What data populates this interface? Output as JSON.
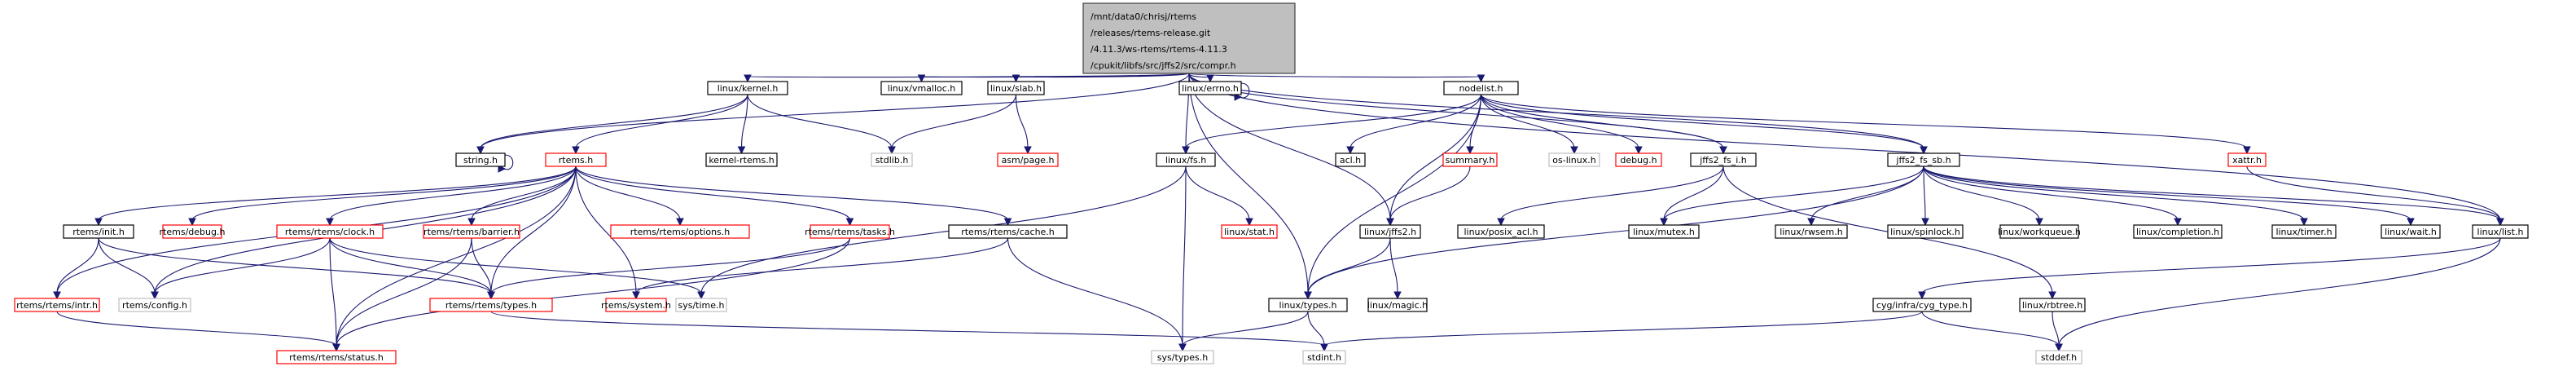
{
  "title": "Include dependency graph for compr.h",
  "colors": {
    "root_fill": "#bfbfbf",
    "root_border": "#404040",
    "documented_border": "#000000",
    "undocumented_border": "#ff0000",
    "external_border": "#bfbfbf",
    "edge": "#191970"
  },
  "root": {
    "id": "root",
    "label_lines": [
      "/mnt/data0/chrisj/rtems",
      "/releases/rtems-release.git",
      "/4.11.3/ws-rtems/rtems-4.11.3",
      "/cpukit/libfs/src/jffs2/src/compr.h"
    ]
  },
  "nodes": [
    {
      "id": "kernel",
      "label": "linux/kernel.h",
      "kind": "documented"
    },
    {
      "id": "vmalloc",
      "label": "linux/vmalloc.h",
      "kind": "documented"
    },
    {
      "id": "slab",
      "label": "linux/slab.h",
      "kind": "documented"
    },
    {
      "id": "errno",
      "label": "linux/errno.h",
      "kind": "documented"
    },
    {
      "id": "nodelist",
      "label": "nodelist.h",
      "kind": "documented"
    },
    {
      "id": "string",
      "label": "string.h",
      "kind": "documented"
    },
    {
      "id": "rtems",
      "label": "rtems.h",
      "kind": "undocumented"
    },
    {
      "id": "kernelrtems",
      "label": "kernel-rtems.h",
      "kind": "documented"
    },
    {
      "id": "stdlib",
      "label": "stdlib.h",
      "kind": "external"
    },
    {
      "id": "asmpage",
      "label": "asm/page.h",
      "kind": "undocumented"
    },
    {
      "id": "fs",
      "label": "linux/fs.h",
      "kind": "documented"
    },
    {
      "id": "acl",
      "label": "acl.h",
      "kind": "documented"
    },
    {
      "id": "summary",
      "label": "summary.h",
      "kind": "undocumented"
    },
    {
      "id": "oslinux",
      "label": "os-linux.h",
      "kind": "external"
    },
    {
      "id": "debug",
      "label": "debug.h",
      "kind": "undocumented"
    },
    {
      "id": "fsi",
      "label": "jffs2_fs_i.h",
      "kind": "documented"
    },
    {
      "id": "fssb",
      "label": "jffs2_fs_sb.h",
      "kind": "documented"
    },
    {
      "id": "xattr",
      "label": "xattr.h",
      "kind": "undocumented"
    },
    {
      "id": "init",
      "label": "rtems/init.h",
      "kind": "documented"
    },
    {
      "id": "rdebug",
      "label": "rtems/debug.h",
      "kind": "undocumented"
    },
    {
      "id": "clock",
      "label": "rtems/rtems/clock.h",
      "kind": "undocumented"
    },
    {
      "id": "barrier",
      "label": "rtems/rtems/barrier.h",
      "kind": "undocumented"
    },
    {
      "id": "options",
      "label": "rtems/rtems/options.h",
      "kind": "undocumented"
    },
    {
      "id": "tasks",
      "label": "rtems/rtems/tasks.h",
      "kind": "undocumented"
    },
    {
      "id": "cache",
      "label": "rtems/rtems/cache.h",
      "kind": "documented"
    },
    {
      "id": "stat",
      "label": "linux/stat.h",
      "kind": "undocumented"
    },
    {
      "id": "jffs2",
      "label": "linux/jffs2.h",
      "kind": "documented"
    },
    {
      "id": "posixacl",
      "label": "linux/posix_acl.h",
      "kind": "documented"
    },
    {
      "id": "mutex",
      "label": "linux/mutex.h",
      "kind": "documented"
    },
    {
      "id": "rwsem",
      "label": "linux/rwsem.h",
      "kind": "documented"
    },
    {
      "id": "spinlock",
      "label": "linux/spinlock.h",
      "kind": "documented"
    },
    {
      "id": "workqueue",
      "label": "linux/workqueue.h",
      "kind": "documented"
    },
    {
      "id": "completion",
      "label": "linux/completion.h",
      "kind": "documented"
    },
    {
      "id": "timer",
      "label": "linux/timer.h",
      "kind": "documented"
    },
    {
      "id": "wait",
      "label": "linux/wait.h",
      "kind": "documented"
    },
    {
      "id": "list",
      "label": "linux/list.h",
      "kind": "documented"
    },
    {
      "id": "intr",
      "label": "rtems/rtems/intr.h",
      "kind": "undocumented"
    },
    {
      "id": "config",
      "label": "rtems/config.h",
      "kind": "external"
    },
    {
      "id": "types",
      "label": "rtems/rtems/types.h",
      "kind": "undocumented"
    },
    {
      "id": "system",
      "label": "rtems/system.h",
      "kind": "undocumented"
    },
    {
      "id": "systime",
      "label": "sys/time.h",
      "kind": "external"
    },
    {
      "id": "ltypes",
      "label": "linux/types.h",
      "kind": "documented"
    },
    {
      "id": "magic",
      "label": "linux/magic.h",
      "kind": "documented"
    },
    {
      "id": "cygtype",
      "label": "cyg/infra/cyg_type.h",
      "kind": "documented"
    },
    {
      "id": "rbtree",
      "label": "linux/rbtree.h",
      "kind": "documented"
    },
    {
      "id": "status",
      "label": "rtems/rtems/status.h",
      "kind": "undocumented"
    },
    {
      "id": "systypes",
      "label": "sys/types.h",
      "kind": "external"
    },
    {
      "id": "stdint",
      "label": "stdint.h",
      "kind": "external"
    },
    {
      "id": "stddef",
      "label": "stddef.h",
      "kind": "external"
    }
  ],
  "edges": [
    [
      "root",
      "string"
    ],
    [
      "root",
      "kernel"
    ],
    [
      "root",
      "vmalloc"
    ],
    [
      "root",
      "slab"
    ],
    [
      "root",
      "errno"
    ],
    [
      "root",
      "fs"
    ],
    [
      "root",
      "ltypes"
    ],
    [
      "root",
      "nodelist"
    ],
    [
      "root",
      "jffs2"
    ],
    [
      "root",
      "fsi"
    ],
    [
      "root",
      "fssb"
    ],
    [
      "root",
      "list"
    ],
    [
      "kernel",
      "string"
    ],
    [
      "kernel",
      "rtems"
    ],
    [
      "kernel",
      "kernelrtems"
    ],
    [
      "kernel",
      "stdlib"
    ],
    [
      "slab",
      "stdlib"
    ],
    [
      "slab",
      "asmpage"
    ],
    [
      "errno",
      "errno"
    ],
    [
      "string",
      "string"
    ],
    [
      "rtems",
      "init"
    ],
    [
      "rtems",
      "rdebug"
    ],
    [
      "rtems",
      "clock"
    ],
    [
      "rtems",
      "barrier"
    ],
    [
      "rtems",
      "options"
    ],
    [
      "rtems",
      "tasks"
    ],
    [
      "rtems",
      "cache"
    ],
    [
      "rtems",
      "intr"
    ],
    [
      "rtems",
      "config"
    ],
    [
      "rtems",
      "types"
    ],
    [
      "rtems",
      "system"
    ],
    [
      "rtems",
      "status"
    ],
    [
      "init",
      "intr"
    ],
    [
      "init",
      "config"
    ],
    [
      "init",
      "types"
    ],
    [
      "clock",
      "config"
    ],
    [
      "clock",
      "types"
    ],
    [
      "clock",
      "status"
    ],
    [
      "clock",
      "systime"
    ],
    [
      "barrier",
      "types"
    ],
    [
      "barrier",
      "status"
    ],
    [
      "tasks",
      "types"
    ],
    [
      "tasks",
      "status"
    ],
    [
      "cache",
      "system"
    ],
    [
      "cache",
      "systypes"
    ],
    [
      "intr",
      "status"
    ],
    [
      "types",
      "stdint"
    ],
    [
      "fs",
      "stat"
    ],
    [
      "fs",
      "systypes"
    ],
    [
      "fs",
      "systime"
    ],
    [
      "nodelist",
      "fs"
    ],
    [
      "nodelist",
      "acl"
    ],
    [
      "nodelist",
      "summary"
    ],
    [
      "nodelist",
      "oslinux"
    ],
    [
      "nodelist",
      "debug"
    ],
    [
      "nodelist",
      "fsi"
    ],
    [
      "nodelist",
      "fssb"
    ],
    [
      "nodelist",
      "xattr"
    ],
    [
      "nodelist",
      "jffs2"
    ],
    [
      "nodelist",
      "ltypes"
    ],
    [
      "summary",
      "jffs2"
    ],
    [
      "fsi",
      "posixacl"
    ],
    [
      "fsi",
      "mutex"
    ],
    [
      "fsi",
      "rbtree"
    ],
    [
      "fssb",
      "mutex"
    ],
    [
      "fssb",
      "rwsem"
    ],
    [
      "fssb",
      "spinlock"
    ],
    [
      "fssb",
      "workqueue"
    ],
    [
      "fssb",
      "completion"
    ],
    [
      "fssb",
      "timer"
    ],
    [
      "fssb",
      "wait"
    ],
    [
      "fssb",
      "list"
    ],
    [
      "fssb",
      "ltypes"
    ],
    [
      "xattr",
      "list"
    ],
    [
      "jffs2",
      "ltypes"
    ],
    [
      "jffs2",
      "magic"
    ],
    [
      "ltypes",
      "systypes"
    ],
    [
      "ltypes",
      "stdint"
    ],
    [
      "list",
      "cygtype"
    ],
    [
      "list",
      "stddef"
    ],
    [
      "cygtype",
      "stdint"
    ],
    [
      "cygtype",
      "stddef"
    ],
    [
      "rbtree",
      "stddef"
    ]
  ]
}
